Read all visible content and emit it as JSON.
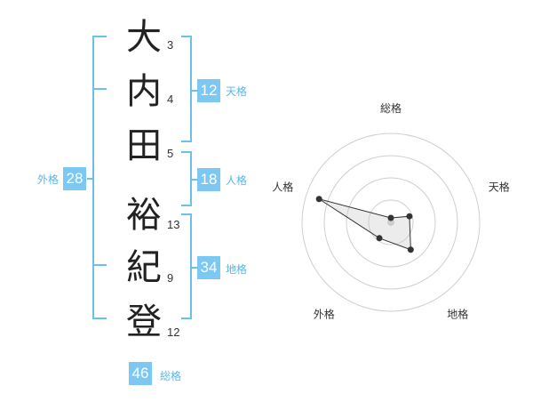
{
  "name": {
    "chars": [
      {
        "char": "大",
        "strokes": "3"
      },
      {
        "char": "内",
        "strokes": "4"
      },
      {
        "char": "田",
        "strokes": "5"
      },
      {
        "char": "裕",
        "strokes": "13"
      },
      {
        "char": "紀",
        "strokes": "9"
      },
      {
        "char": "登",
        "strokes": "12"
      }
    ]
  },
  "scores": {
    "tenkaku": {
      "value": "12",
      "label": "天格"
    },
    "jinkaku": {
      "value": "18",
      "label": "人格"
    },
    "chikaku": {
      "value": "34",
      "label": "地格"
    },
    "gaikaku": {
      "value": "28",
      "label": "外格"
    },
    "soukaku": {
      "value": "46",
      "label": "総格"
    }
  },
  "chart_data": {
    "type": "radar",
    "axes": [
      "総格",
      "天格",
      "地格",
      "外格",
      "人格"
    ],
    "values": [
      0.05,
      0.22,
      0.38,
      0.22,
      0.85
    ],
    "rings": 4
  }
}
